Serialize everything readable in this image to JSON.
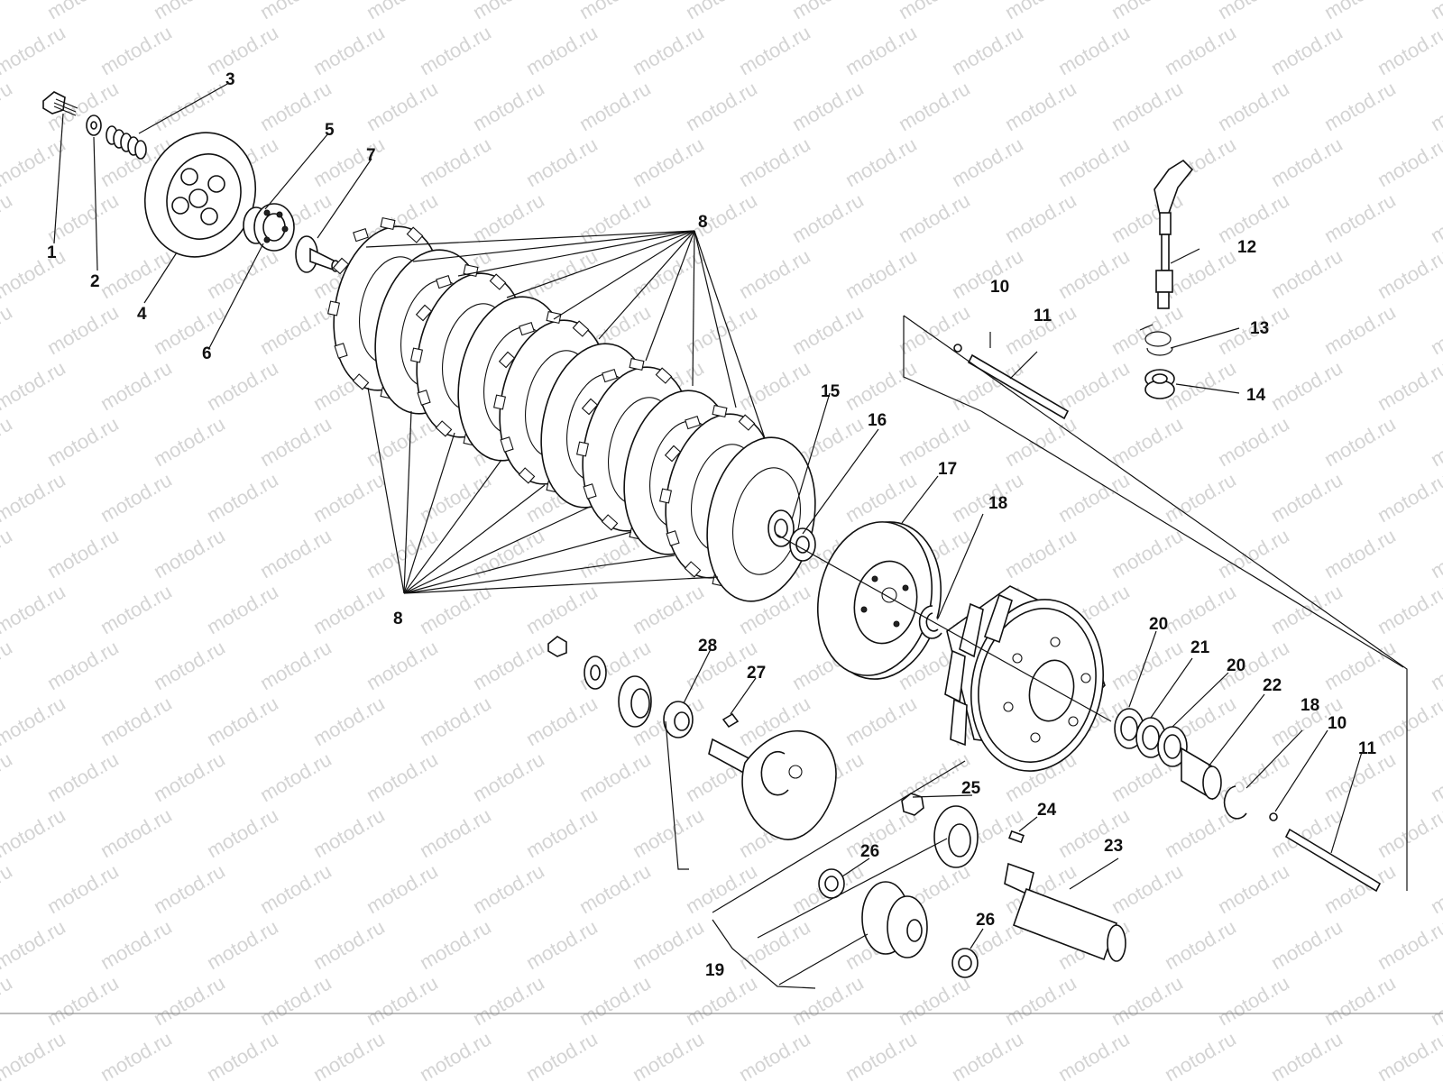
{
  "watermark": "motod.ru",
  "callouts": [
    {
      "id": "c1",
      "text": "1"
    },
    {
      "id": "c2",
      "text": "2"
    },
    {
      "id": "c3",
      "text": "3"
    },
    {
      "id": "c4",
      "text": "4"
    },
    {
      "id": "c5",
      "text": "5"
    },
    {
      "id": "c6",
      "text": "6"
    },
    {
      "id": "c7",
      "text": "7"
    },
    {
      "id": "c8a",
      "text": "8"
    },
    {
      "id": "c8b",
      "text": "8"
    },
    {
      "id": "c10a",
      "text": "10"
    },
    {
      "id": "c11a",
      "text": "11"
    },
    {
      "id": "c12",
      "text": "12"
    },
    {
      "id": "c13",
      "text": "13"
    },
    {
      "id": "c14",
      "text": "14"
    },
    {
      "id": "c15",
      "text": "15"
    },
    {
      "id": "c16",
      "text": "16"
    },
    {
      "id": "c17",
      "text": "17"
    },
    {
      "id": "c18a",
      "text": "18"
    },
    {
      "id": "c18b",
      "text": "18"
    },
    {
      "id": "c10b",
      "text": "10"
    },
    {
      "id": "c11b",
      "text": "11"
    },
    {
      "id": "c19",
      "text": "19"
    },
    {
      "id": "c20a",
      "text": "20"
    },
    {
      "id": "c21",
      "text": "21"
    },
    {
      "id": "c20b",
      "text": "20"
    },
    {
      "id": "c22",
      "text": "22"
    },
    {
      "id": "c23",
      "text": "23"
    },
    {
      "id": "c24",
      "text": "24"
    },
    {
      "id": "c25",
      "text": "25"
    },
    {
      "id": "c26a",
      "text": "26"
    },
    {
      "id": "c26b",
      "text": "26"
    },
    {
      "id": "c27",
      "text": "27"
    },
    {
      "id": "c28",
      "text": "28"
    }
  ]
}
